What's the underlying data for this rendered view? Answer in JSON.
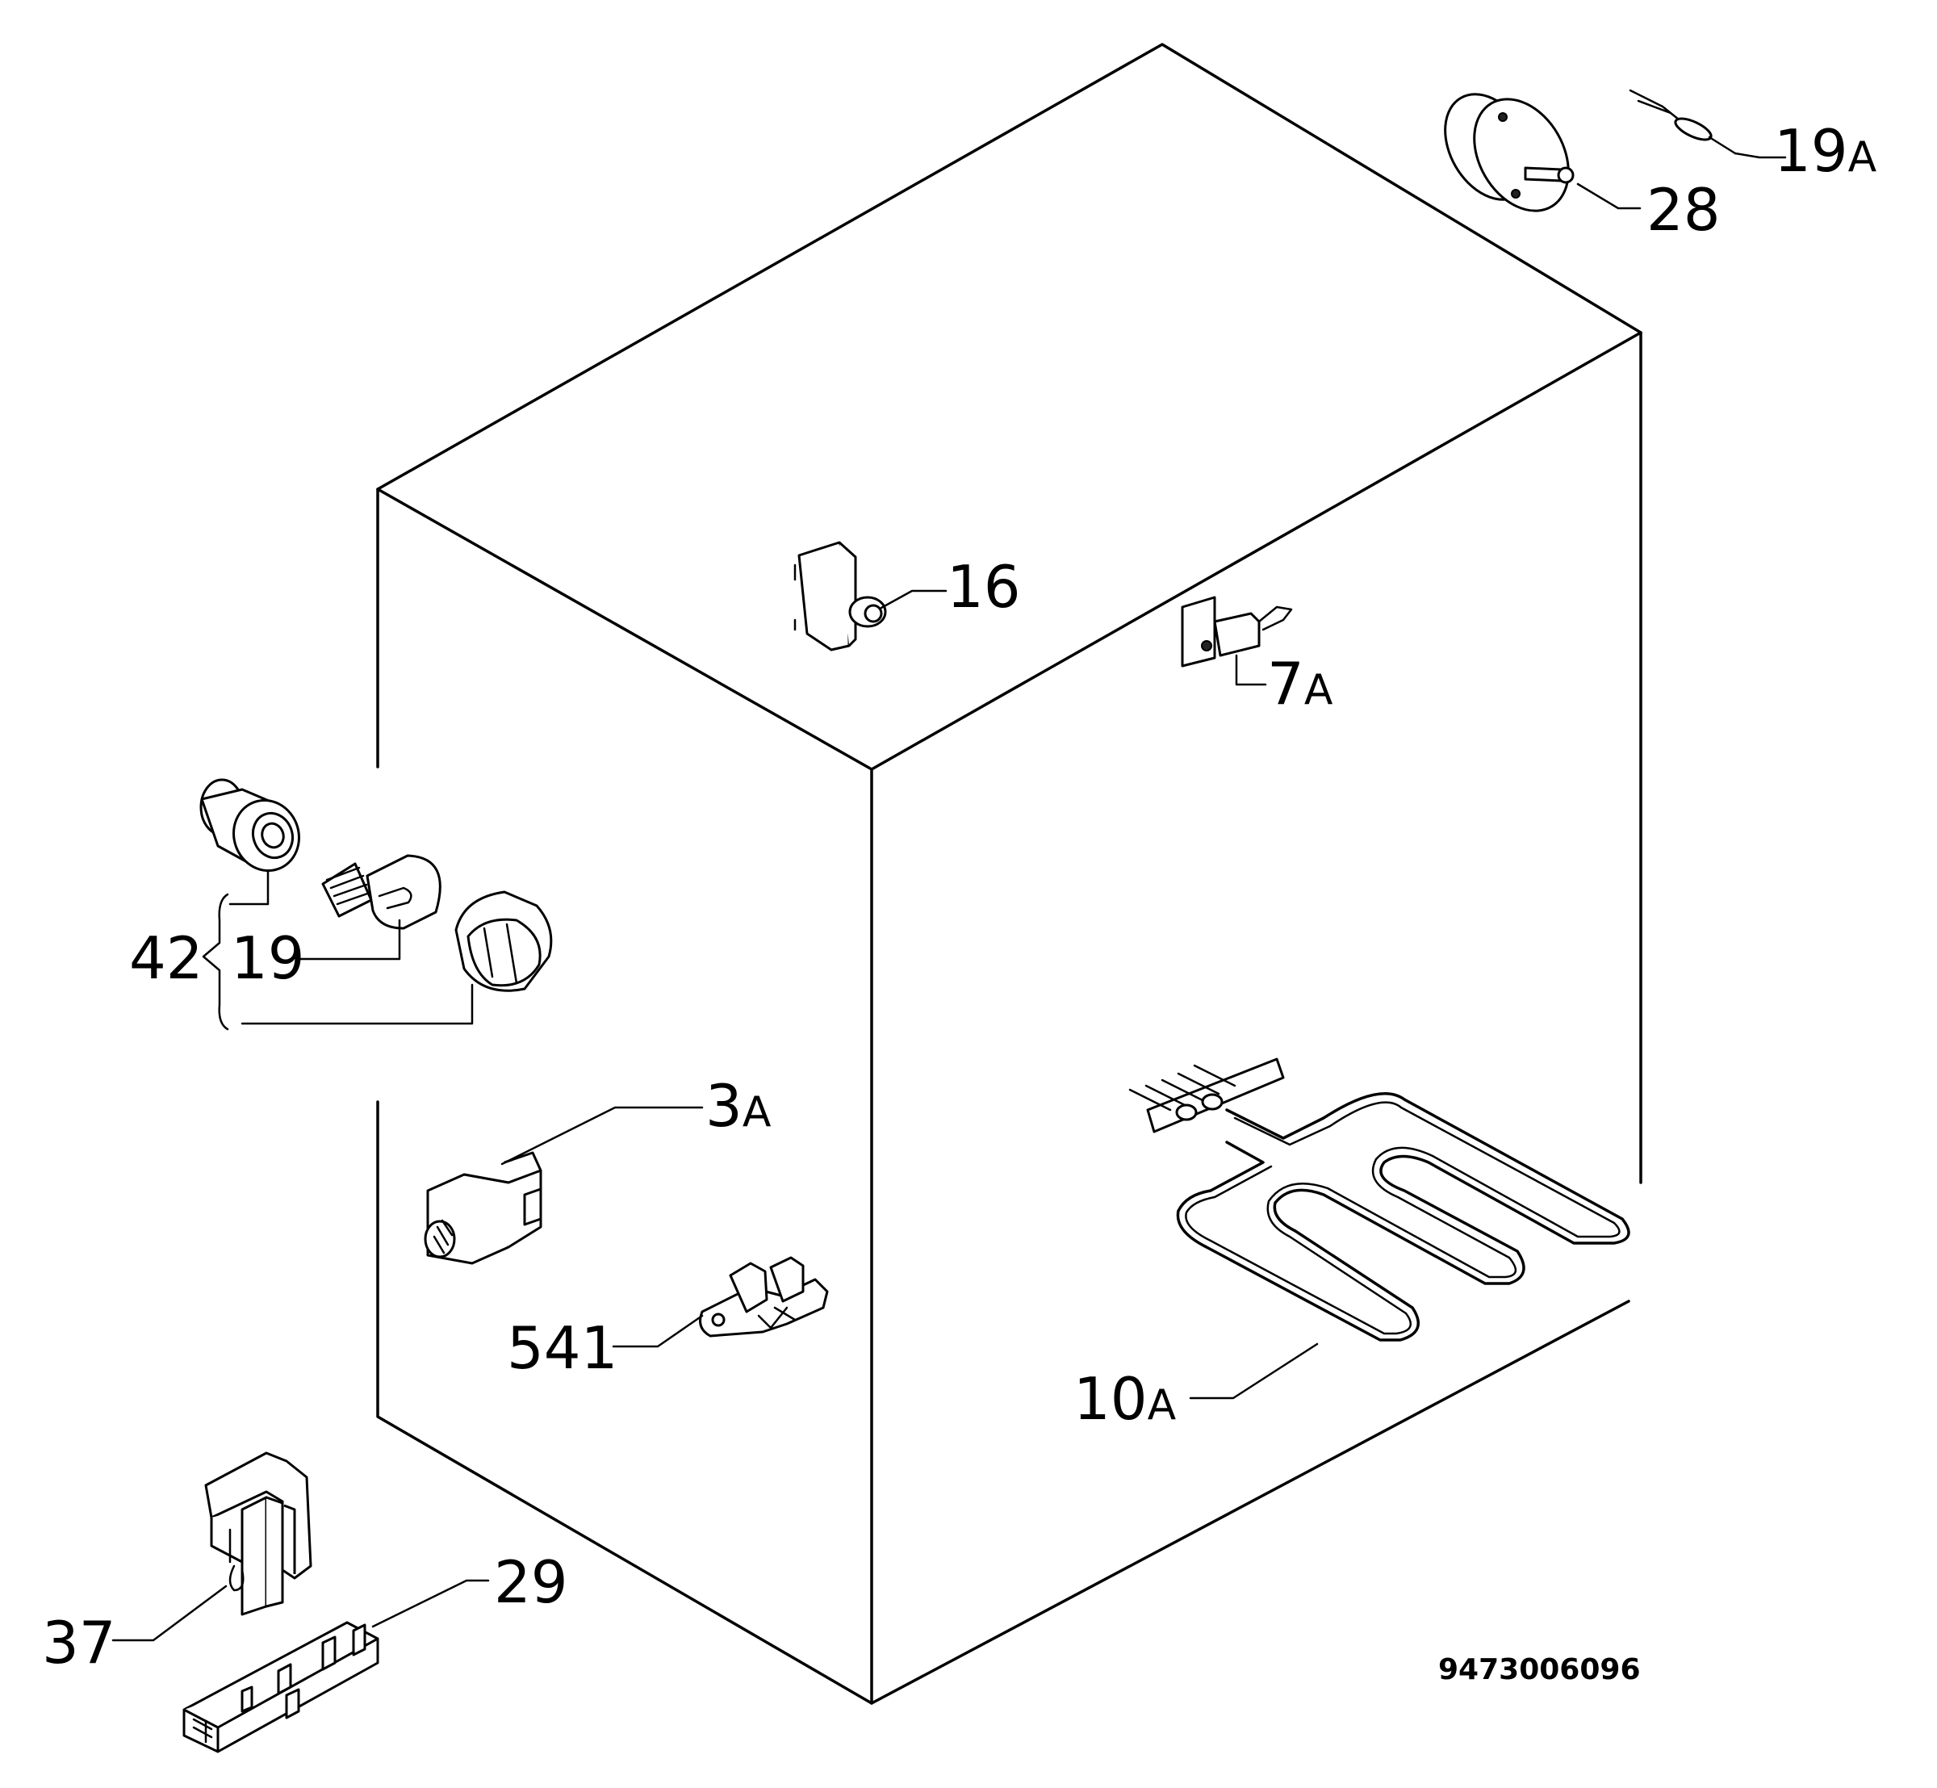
{
  "labels": {
    "l16": "16",
    "l7a_num": "7",
    "l7a_suf": "A",
    "l19a_num": "19",
    "l19a_suf": "A",
    "l28": "28",
    "l42": "42",
    "l19": "19",
    "l3a_num": "3",
    "l3a_suf": "A",
    "l541": "541",
    "l10a_num": "10",
    "l10a_suf": "A",
    "l37": "37",
    "l29": "29"
  },
  "document_number": "9473006096"
}
